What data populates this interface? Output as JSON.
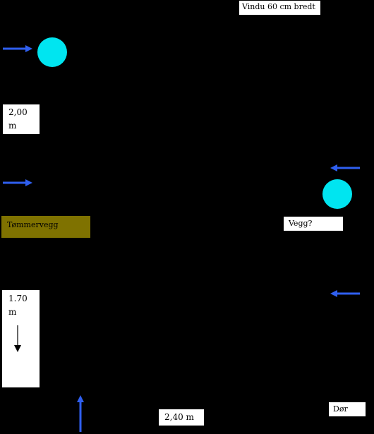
{
  "labels": {
    "window_width": "Vindu 60 cm bredt",
    "height_2_00": "2,00\nm",
    "log_wall": "Tømmervegg",
    "wall_question": "Vegg?",
    "height_1_70": "1.70\nm",
    "width_2_40": "2,40 m",
    "door": "Dør"
  },
  "colors": {
    "background": "#000000",
    "marker": "#00e5f0",
    "arrow": "#2f5ff0",
    "log_wall_fill": "#7f7200",
    "label_fill": "#ffffff"
  }
}
